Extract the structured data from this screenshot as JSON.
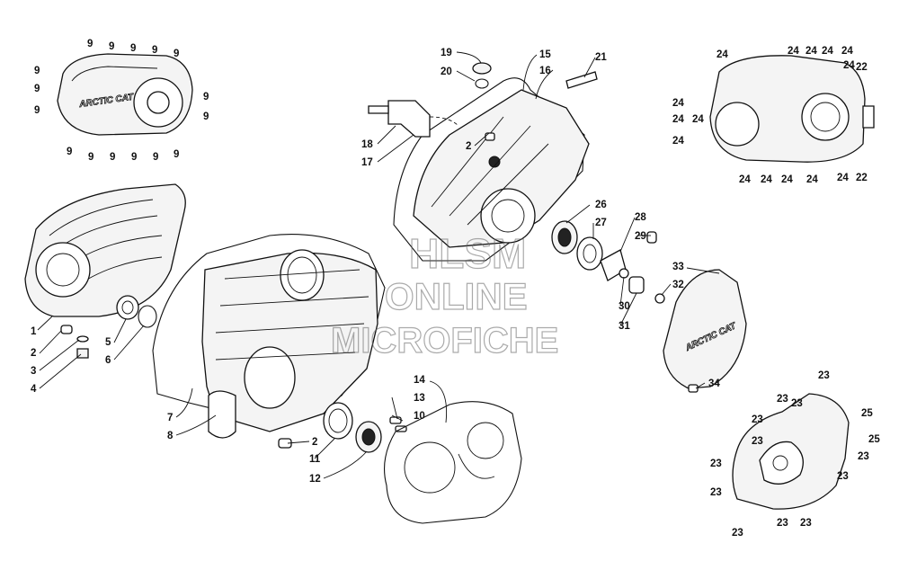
{
  "diagram": {
    "logo_text": "ARCTIC CAT",
    "logo_text_small": "ARCTIC CAT"
  },
  "watermark": {
    "line1": "HLSM",
    "line2": "ONLINE",
    "line3": "MICROFICHE"
  },
  "callouts": {
    "c1": "1",
    "c2": "2",
    "c3": "3",
    "c4": "4",
    "c5": "5",
    "c6": "6",
    "c7": "7",
    "c8": "8",
    "c10": "10",
    "c11": "11",
    "c12": "12",
    "c13": "13",
    "c14": "14",
    "c15": "15",
    "c16": "16",
    "c17": "17",
    "c18": "18",
    "c19": "19",
    "c20": "20",
    "c21": "21",
    "c2b": "2",
    "c2c": "2",
    "c26": "26",
    "c27": "27",
    "c28": "28",
    "c29": "29",
    "c30": "30",
    "c31": "31",
    "c32": "32",
    "c33": "33",
    "c34": "34",
    "c9": "9",
    "c22": "22",
    "c23": "23",
    "c24": "24",
    "c25": "25"
  }
}
